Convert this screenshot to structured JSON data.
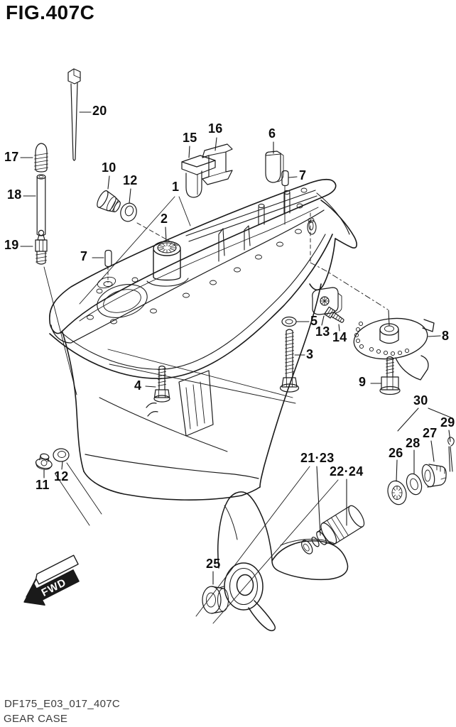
{
  "figure": {
    "title": "FIG.407C"
  },
  "footer": {
    "code": "DF175_E03_017_407C",
    "name": "GEAR CASE"
  },
  "drawing": {
    "fwd_label": "FWD",
    "ink_color": "#1a1a1a",
    "paper_color": "#ffffff"
  },
  "callouts": [
    {
      "part": "20",
      "label": "20"
    },
    {
      "part": "17",
      "label": "17"
    },
    {
      "part": "18",
      "label": "18"
    },
    {
      "part": "19",
      "label": "19"
    },
    {
      "part": "10",
      "label": "10"
    },
    {
      "part": "12-upper",
      "label": "12"
    },
    {
      "part": "15",
      "label": "15"
    },
    {
      "part": "16",
      "label": "16"
    },
    {
      "part": "6",
      "label": "6"
    },
    {
      "part": "7-right",
      "label": "7"
    },
    {
      "part": "1",
      "label": "1"
    },
    {
      "part": "2",
      "label": "2"
    },
    {
      "part": "7-left",
      "label": "7"
    },
    {
      "part": "5",
      "label": "5"
    },
    {
      "part": "13",
      "label": "13"
    },
    {
      "part": "14",
      "label": "14"
    },
    {
      "part": "3",
      "label": "3"
    },
    {
      "part": "4",
      "label": "4"
    },
    {
      "part": "8",
      "label": "8"
    },
    {
      "part": "9",
      "label": "9"
    },
    {
      "part": "30",
      "label": "30"
    },
    {
      "part": "29",
      "label": "29"
    },
    {
      "part": "27",
      "label": "27"
    },
    {
      "part": "28",
      "label": "28"
    },
    {
      "part": "26",
      "label": "26"
    },
    {
      "part": "21-23",
      "label": "21·23"
    },
    {
      "part": "22-24",
      "label": "22·24"
    },
    {
      "part": "11",
      "label": "11"
    },
    {
      "part": "12-lower",
      "label": "12"
    },
    {
      "part": "25",
      "label": "25"
    }
  ]
}
